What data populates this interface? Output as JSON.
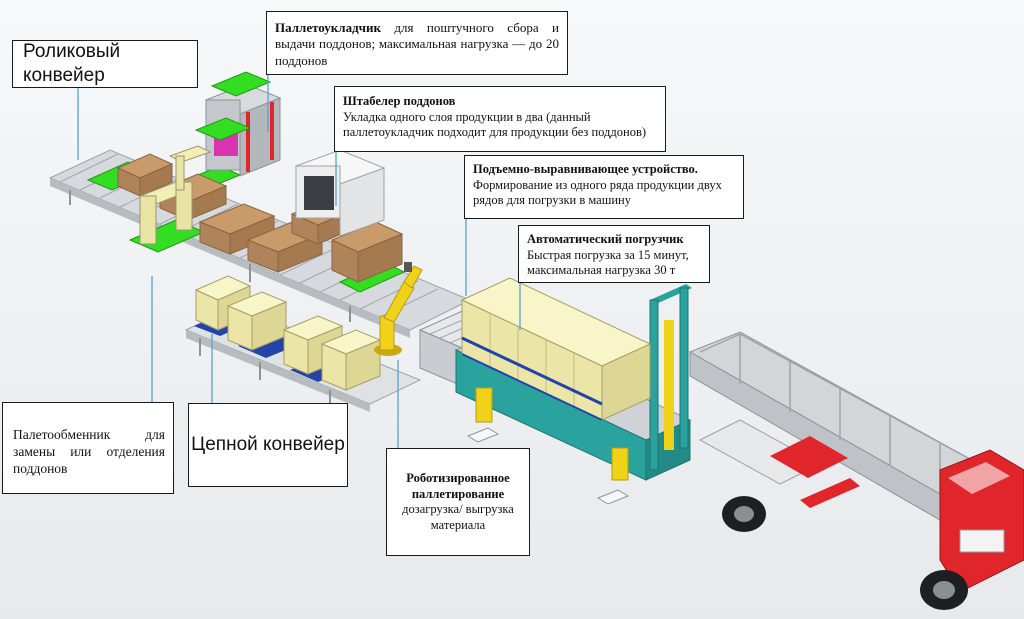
{
  "labels": {
    "roller_conveyor": "Роликовый конвейер",
    "palletizer": {
      "title": "Паллетоукладчик",
      "text": " для поштучного сбора и выдачи поддонов; максимальная нагрузка — до 20 поддонов"
    },
    "stacker": {
      "title": "Штабелер поддонов",
      "text": "Укладка одного слоя продукции в два (данный паллетоукладчик подходит для продукции без поддонов)"
    },
    "lift_align": {
      "title": "Подъемно-выравнивающее устройство.",
      "text": "Формирование из одного ряда продукции двух рядов для погрузки в машину"
    },
    "auto_loader": {
      "title": "Автоматический погрузчик",
      "text": "Быстрая погрузка за 15 минут, максимальная нагрузка 30 т"
    },
    "pallet_exchanger": "Палетообменник для замены или отделения поддонов",
    "chain_conveyor": "Цепной конвейер",
    "robot": {
      "title": "Роботизированное паллетирование",
      "text": "дозагрузка/ выгрузка материала"
    }
  },
  "colors": {
    "background": "#f2f3f5",
    "pallet_green": "#33dd22",
    "product_beige": "#f3efb4",
    "box_brown": "#c99a6a",
    "loader_teal": "#2aa39e",
    "accent_red": "#e0262b",
    "robot_yellow": "#f1d21a",
    "leader_blue": "#5aa0d8"
  }
}
